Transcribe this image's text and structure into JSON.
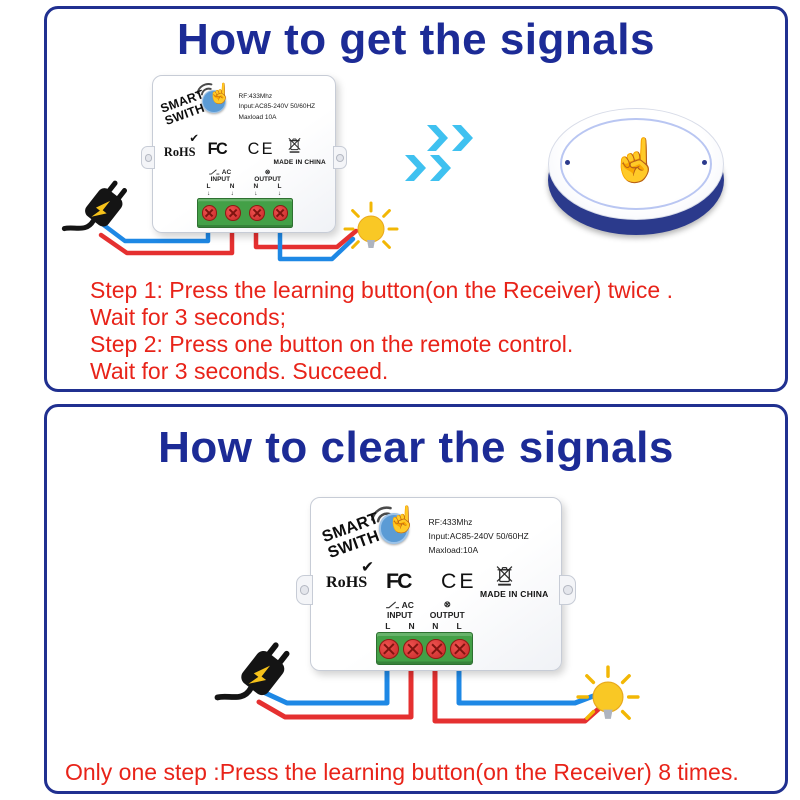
{
  "panel_get": {
    "title": "How to get the signals",
    "steps": [
      "Step 1: Press the learning button(on the Receiver) twice .",
      "Wait for 3 seconds;",
      "Step 2: Press one button on the remote control.",
      "Wait for 3 seconds. Succeed."
    ]
  },
  "panel_clear": {
    "title": "How to clear the signals",
    "step": "Only one step :Press the learning button(on the Receiver) 8 times."
  },
  "device": {
    "brand_line1": "SMART",
    "brand_line2": "SWITH",
    "rf": "RF:433Mhz",
    "input": "Input:AC85-240V 50/60HZ",
    "maxload": "Maxload 10A",
    "maxload_alt": "Maxload:10A",
    "check": "✔",
    "rohs": "RoHS",
    "fcc": "FC",
    "ce": "CE",
    "made_in": "MADE IN CHINA",
    "ac": "AC",
    "input_label": "INPUT",
    "output_label": "OUTPUT",
    "lamp_symbol": "⊗",
    "terminals": [
      "L",
      "N",
      "N",
      "L"
    ],
    "arrow": "↓"
  },
  "icons": {
    "touch": "☝"
  },
  "colors": {
    "title_blue": "#1c2b96",
    "border_blue": "#203090",
    "step_red": "#e82319",
    "wire_red": "#e53030",
    "wire_blue": "#1e88e5",
    "chevron_cyan": "#3fc1f0",
    "terminal_green": "#43a047",
    "screw_red": "#c62828",
    "remote_navy": "#2b3a8c",
    "bulb_yellow": "#f9c825"
  }
}
